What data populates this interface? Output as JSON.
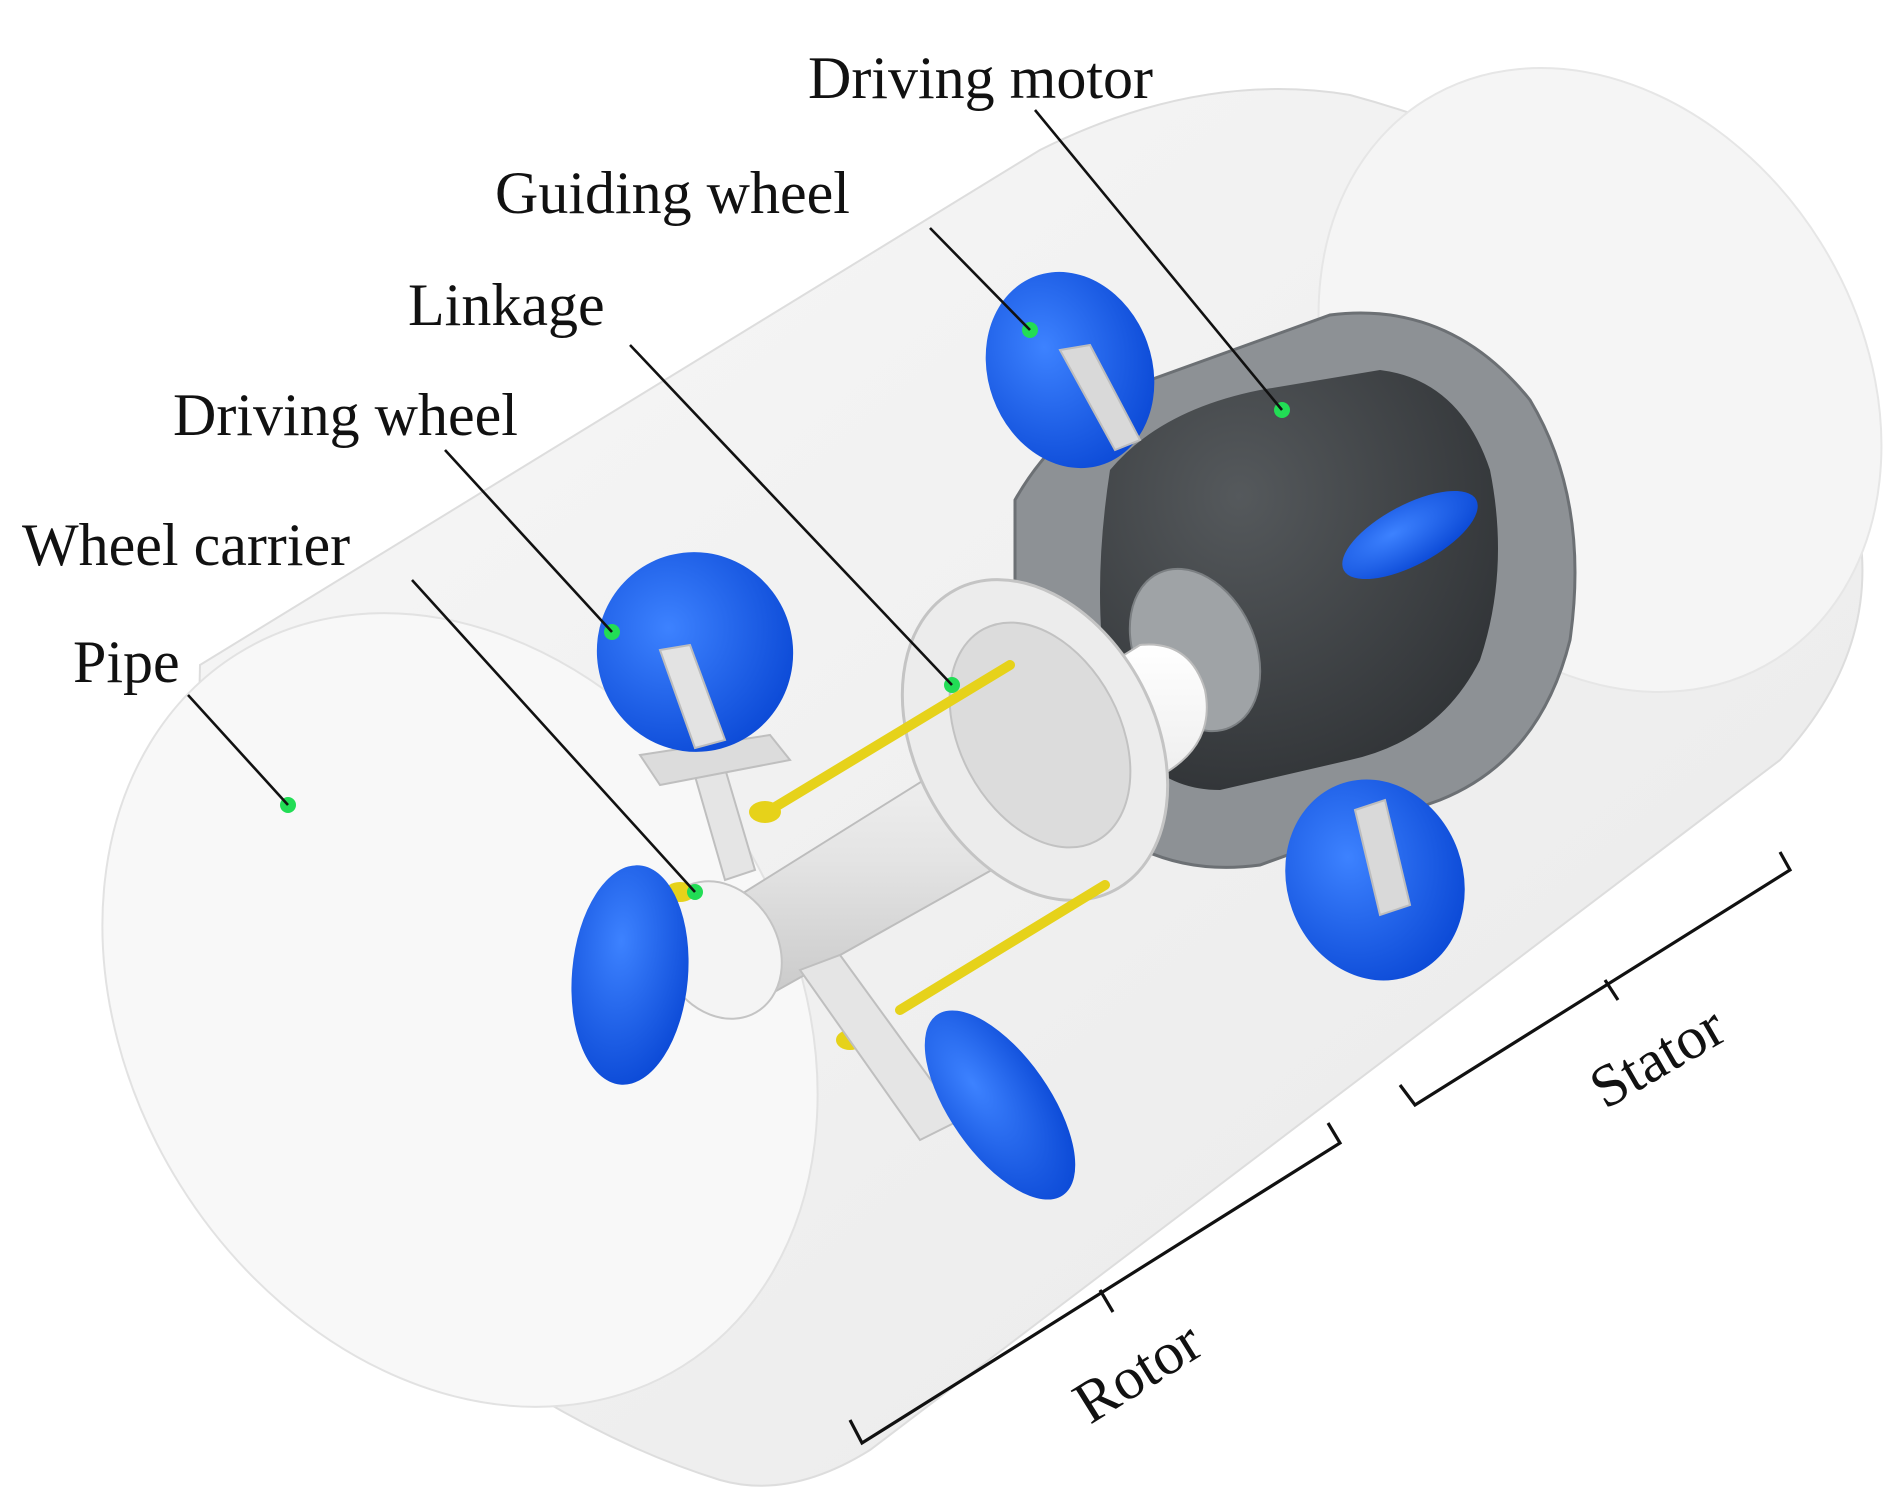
{
  "labels": {
    "driving_motor": "Driving motor",
    "guiding_wheel": "Guiding wheel",
    "linkage": "Linkage",
    "driving_wheel": "Driving wheel",
    "wheel_carrier": "Wheel carrier",
    "pipe": "Pipe",
    "stator": "Stator",
    "rotor": "Rotor"
  },
  "colors": {
    "pipe": "#f1f1f1",
    "wheel": "#1a5ff0",
    "motor": "#3c4043",
    "motor_housing": "#8e9296",
    "shaft": "#e9e9e9",
    "linkage": "#e6d21a",
    "marker": "#22dd55",
    "text": "#111111"
  }
}
